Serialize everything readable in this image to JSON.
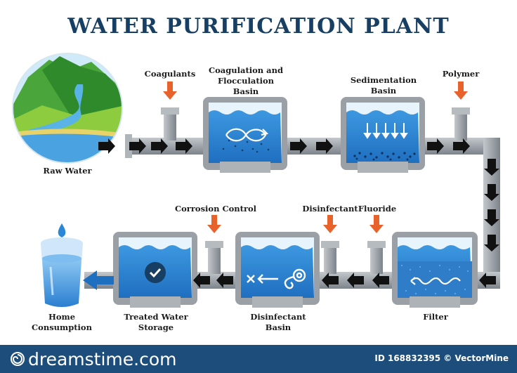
{
  "title": "WATER PURIFICATION PLANT",
  "labels": {
    "raw_water": "Raw Water",
    "coagulants": "Coagulants",
    "coag_basin_1": "Coagulation and",
    "coag_basin_2": "Flocculation",
    "coag_basin_3": "Basin",
    "sed_basin_1": "Sedimentation",
    "sed_basin_2": "Basin",
    "polymer": "Polymer",
    "corrosion_control": "Corrosion Control",
    "disinfectant": "Disinfectant",
    "fluoride": "Fluoride",
    "home_1": "Home",
    "home_2": "Consumption",
    "treated_1": "Treated Water",
    "treated_2": "Storage",
    "dis_basin_1": "Disinfectant",
    "dis_basin_2": "Basin",
    "filter": "Filter"
  },
  "footer": {
    "brand": "dreamstime.com",
    "credit": "ID 168832395 © VectorMine"
  },
  "colors": {
    "title": "#173f63",
    "water": "#2e86d4",
    "pipe": "#9aa0a6",
    "input_arrow": "#e8622c",
    "flow_arrow": "#111111",
    "footer": "#1d4d7a"
  }
}
